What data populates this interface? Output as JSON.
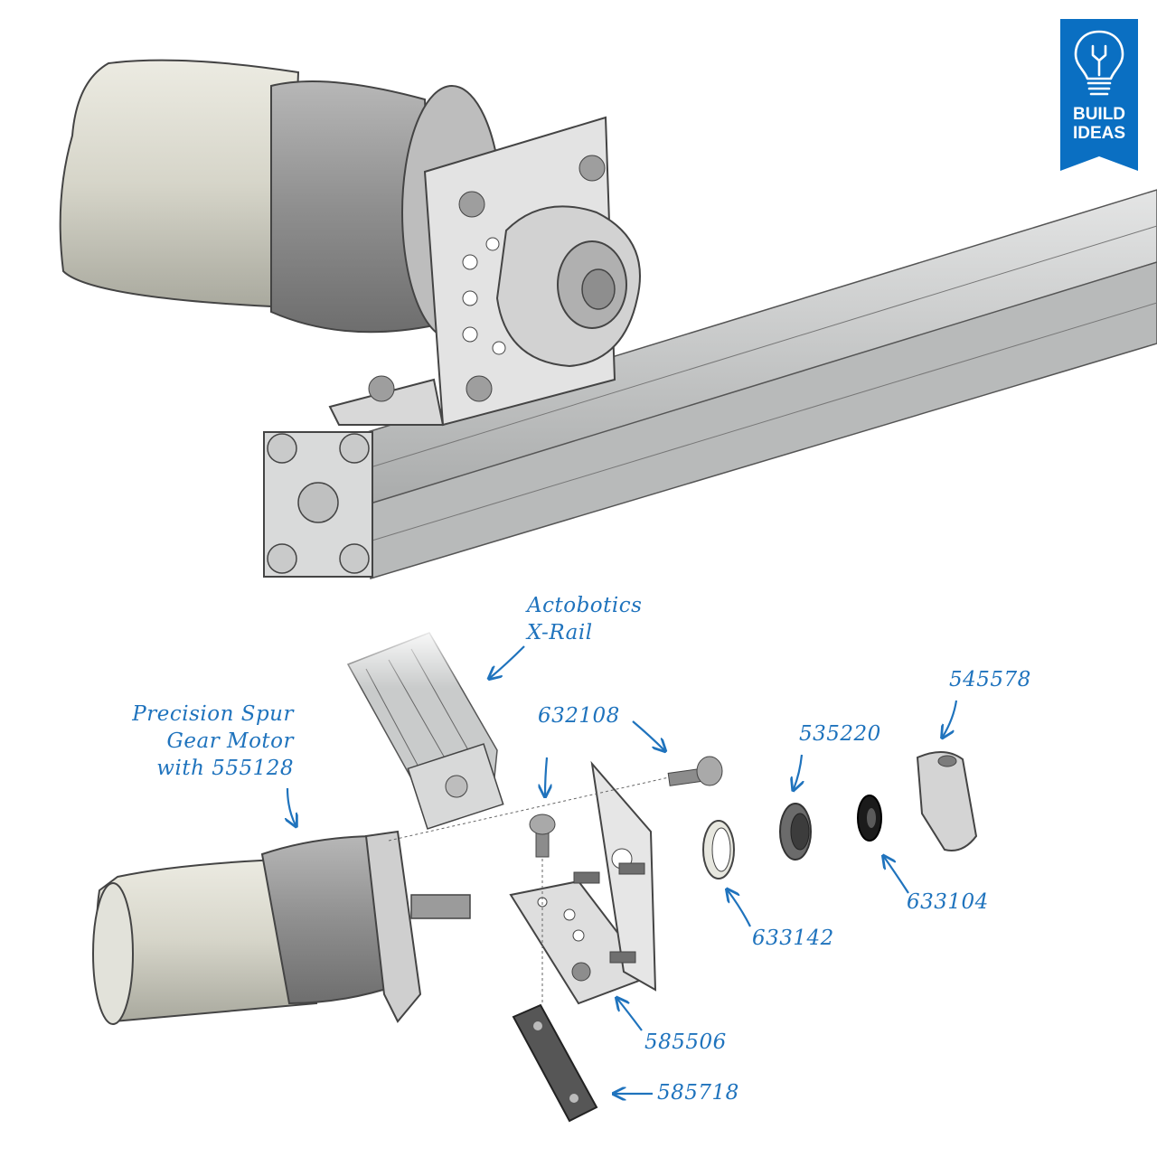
{
  "badge": {
    "line1": "BUILD",
    "line2": "IDEAS",
    "icon": "lightbulb-wrench-icon",
    "color": "#0a6fc2"
  },
  "callouts": {
    "xrail": "Actobotics\nX-Rail",
    "motor": "Precision Spur\nGear Motor\nwith 555128",
    "p632108": "632108",
    "p535220": "535220",
    "p545578": "545578",
    "p633104": "633104",
    "p633142": "633142",
    "p585506": "585506",
    "p585718": "585718"
  },
  "colors": {
    "callout": "#1f73bd",
    "metal": "#c8c9c9",
    "motor_can": "#dcdcd0",
    "gearbox": "#9a9a9a"
  }
}
